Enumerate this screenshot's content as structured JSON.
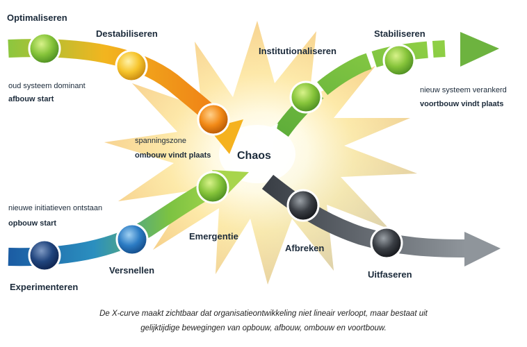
{
  "diagram": {
    "center": "Chaos",
    "phases": {
      "optimaliseren": "Optimaliseren",
      "destabiliseren": "Destabiliseren",
      "institutionaliseren": "Institutionaliseren",
      "stabiliseren": "Stabiliseren",
      "experimenteren": "Experimenteren",
      "versnellen": "Versnellen",
      "emergentie": "Emergentie",
      "afbreken": "Afbreken",
      "uitfaseren": "Uitfaseren"
    },
    "notes": {
      "old_system": "oud systeem dominant",
      "old_system_action": "afbouw start",
      "new_system": "nieuw systeem verankerd",
      "new_system_action": "voortbouw vindt plaats",
      "tension": "spanningszone",
      "tension_action": "ombouw vindt plaats",
      "initiatives": "nieuwe initiatieven ontstaan",
      "initiatives_action": "opbouw start"
    },
    "colors": {
      "green": "#7cc242",
      "orange": "#f39a1e",
      "blue": "#1f66a8",
      "dark": "#3c4148"
    }
  },
  "caption": {
    "line1": "De X-curve maakt zichtbaar dat organisatieontwikkeling niet lineair verloopt, maar bestaat uit",
    "line2": "gelijktijdige bewegingen van opbouw, afbouw, ombouw en voortbouw."
  }
}
